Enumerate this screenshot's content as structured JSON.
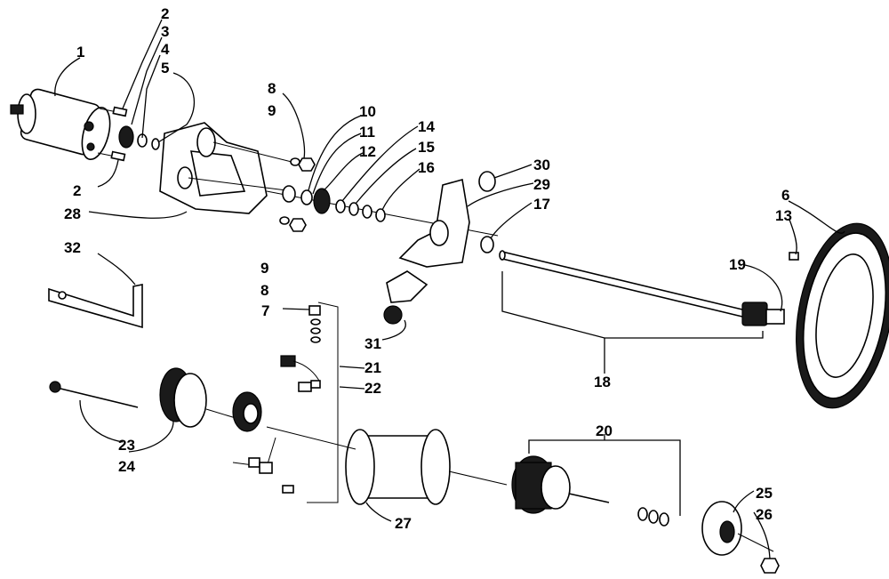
{
  "labels": {
    "l1": "1",
    "l2a": "2",
    "l3": "3",
    "l4": "4",
    "l5": "5",
    "l2b": "2",
    "l28": "28",
    "l8a": "8",
    "l9a": "9",
    "l9b": "9",
    "l8b": "8",
    "l10": "10",
    "l11": "11",
    "l12": "12",
    "l14": "14",
    "l15": "15",
    "l16": "16",
    "l30": "30",
    "l29": "29",
    "l17": "17",
    "l6": "6",
    "l13": "13",
    "l19": "19",
    "l18": "18",
    "l32": "32",
    "l7": "7",
    "l21": "21",
    "l22": "22",
    "l23": "23",
    "l24": "24",
    "l31": "31",
    "l20": "20",
    "l27": "27",
    "l25": "25",
    "l26": "26"
  }
}
